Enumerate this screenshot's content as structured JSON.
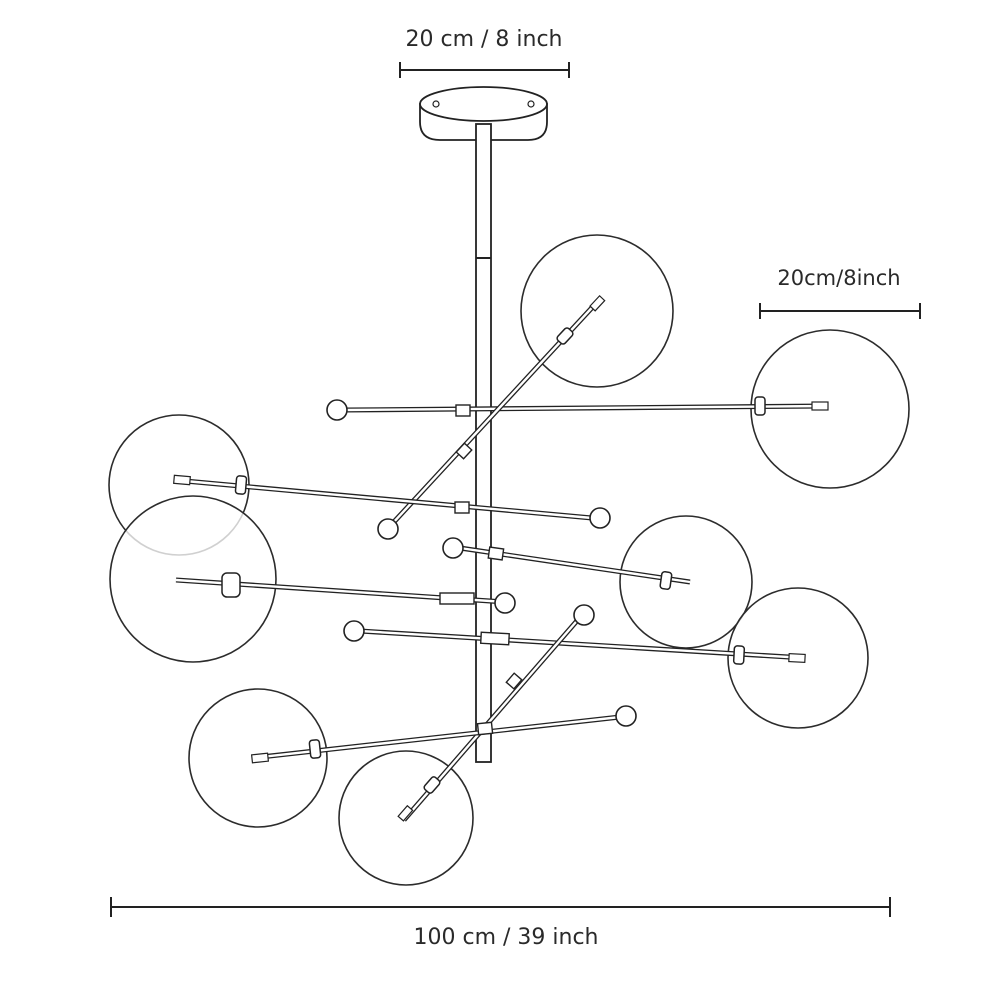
{
  "dimensions": {
    "canopy": "20 cm / 8 inch",
    "globe": "20cm/8inch",
    "overall_width": "100 cm / 39 inch"
  },
  "colors": {
    "line": "#222222",
    "background": "#ffffff"
  }
}
